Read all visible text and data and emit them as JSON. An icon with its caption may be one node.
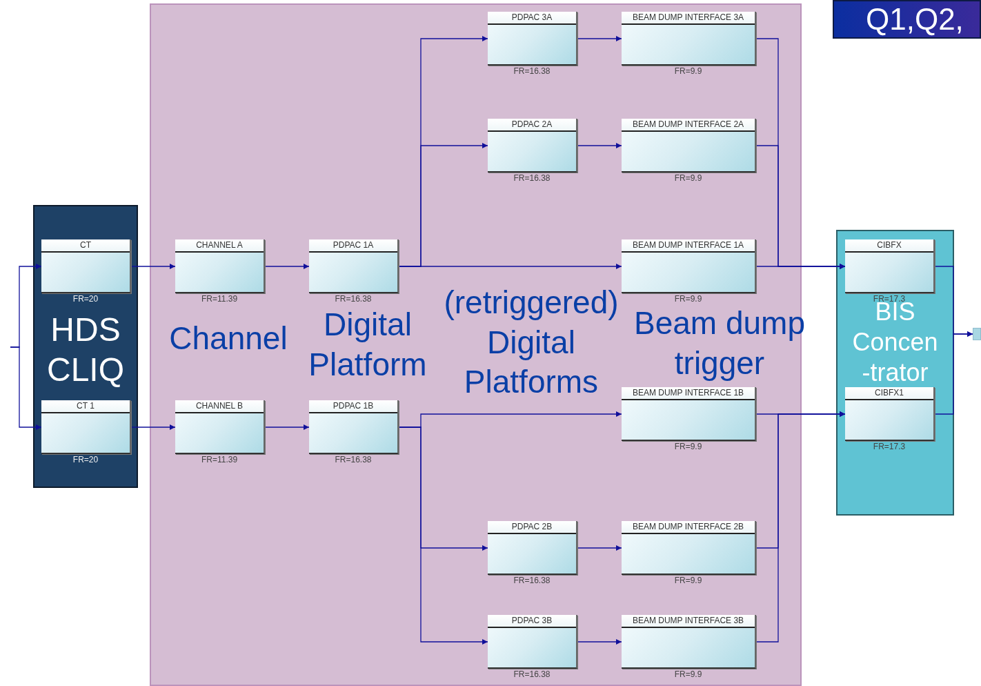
{
  "diagram": {
    "nodes": [
      {
        "text": [
          "HDS CLIQ"
        ]
      },
      {
        "text": [
          "CT"
        ],
        "in": 0,
        "beside": [
          "FR=20"
        ]
      },
      {
        "text": [
          "CT 1"
        ],
        "in": 0,
        "beside": [
          "FR=20"
        ]
      },
      {
        "text": [],
        "shape": "box"
      },
      {
        "text": [
          "CHANNEL A"
        ],
        "in": 3,
        "beside": [
          "FR=11.39"
        ]
      },
      {
        "text": [
          "CHANNEL B"
        ],
        "in": 3,
        "beside": [
          "FR=11.39"
        ]
      },
      {
        "text": [
          "PDPAC 1A"
        ],
        "in": 3,
        "beside": [
          "FR=16.38"
        ]
      },
      {
        "text": [
          "PDPAC 1B"
        ],
        "in": 3,
        "beside": [
          "FR=16.38"
        ]
      },
      {
        "text": [
          "PDPAC 3A"
        ],
        "in": 3,
        "beside": [
          "FR=16.38"
        ]
      },
      {
        "text": [
          "PDPAC 2A"
        ],
        "in": 3,
        "beside": [
          "FR=16.38"
        ]
      },
      {
        "text": [
          "PDPAC 2B"
        ],
        "in": 3,
        "beside": [
          "FR=16.38"
        ]
      },
      {
        "text": [
          "PDPAC 3B"
        ],
        "in": 3,
        "beside": [
          "FR=16.38"
        ]
      },
      {
        "text": [
          "BEAM DUMP INTERFACE 3A"
        ],
        "in": 3,
        "beside": [
          "FR=9.9"
        ]
      },
      {
        "text": [
          "BEAM DUMP INTERFACE 2A"
        ],
        "in": 3,
        "beside": [
          "FR=9.9"
        ]
      },
      {
        "text": [
          "BEAM DUMP INTERFACE 1A"
        ],
        "in": 3,
        "beside": [
          "FR=9.9"
        ]
      },
      {
        "text": [
          "BEAM DUMP INTERFACE 1B"
        ],
        "in": 3,
        "beside": [
          "FR=9.9"
        ]
      },
      {
        "text": [
          "BEAM DUMP INTERFACE 2B"
        ],
        "in": 3,
        "beside": [
          "FR=9.9"
        ]
      },
      {
        "text": [
          "BEAM DUMP INTERFACE 3B"
        ],
        "in": 3,
        "beside": [
          "FR=9.9"
        ]
      },
      {
        "text": [
          "BIS Concen -trator"
        ]
      },
      {
        "text": [
          "CIBFX"
        ],
        "in": 18,
        "beside": [
          "FR=17.3"
        ]
      },
      {
        "text": [
          "CIBFX1"
        ],
        "in": 18,
        "beside": [
          "FR=17.3"
        ]
      },
      {
        "text": [],
        "shape": "box"
      }
    ],
    "edges": [
      {
        "from": null,
        "to": 1,
        "arrow": "to"
      },
      {
        "from": null,
        "to": 2,
        "arrow": "to"
      },
      {
        "from": 1,
        "to": 4,
        "arrow": "to"
      },
      {
        "from": 2,
        "to": 5,
        "arrow": "to"
      },
      {
        "from": 4,
        "to": 6,
        "arrow": "to"
      },
      {
        "from": 5,
        "to": 7,
        "arrow": "to"
      },
      {
        "from": 6,
        "to": 14,
        "arrow": "to"
      },
      {
        "from": 6,
        "to": 9,
        "arrow": "to"
      },
      {
        "from": 6,
        "to": 8,
        "arrow": "to"
      },
      {
        "from": 7,
        "to": 15,
        "arrow": "to"
      },
      {
        "from": 7,
        "to": 10,
        "arrow": "to"
      },
      {
        "from": 7,
        "to": 11,
        "arrow": "to"
      },
      {
        "from": 8,
        "to": 12,
        "arrow": "to"
      },
      {
        "from": 9,
        "to": 13,
        "arrow": "to"
      },
      {
        "from": 10,
        "to": 16,
        "arrow": "to"
      },
      {
        "from": 11,
        "to": 17,
        "arrow": "to"
      },
      {
        "from": 12,
        "to": 19,
        "arrow": "to"
      },
      {
        "from": 13,
        "to": 19,
        "arrow": "to"
      },
      {
        "from": 14,
        "to": 19,
        "arrow": "to"
      },
      {
        "from": 15,
        "to": 20,
        "arrow": "to"
      },
      {
        "from": 16,
        "to": 20,
        "arrow": "to"
      },
      {
        "from": 17,
        "to": 20,
        "arrow": "to"
      },
      {
        "from": 19,
        "to": 21,
        "arrow": "to"
      },
      {
        "from": 20,
        "to": 21,
        "arrow": "to"
      }
    ],
    "labels": [
      "Q1,Q2,",
      "Channel",
      "Digital Platform",
      "(retriggered) Digital Platforms",
      "Beam dump trigger"
    ]
  }
}
